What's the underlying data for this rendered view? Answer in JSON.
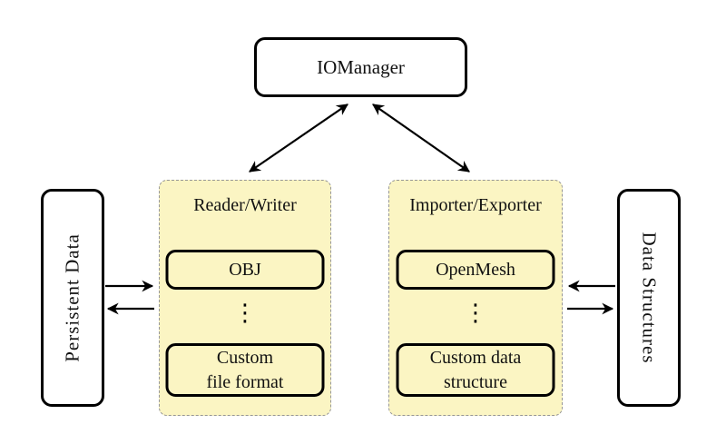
{
  "diagram": {
    "iomanager": {
      "label": "IOManager"
    },
    "persistent_data": {
      "label": "Persistent Data"
    },
    "data_structures": {
      "label": "Data Structures"
    },
    "reader_writer": {
      "title": "Reader/Writer",
      "top_item": "OBJ",
      "ellipsis": "⋮",
      "bottom_item_line1": "Custom",
      "bottom_item_line2": "file format"
    },
    "importer_exporter": {
      "title": "Importer/Exporter",
      "top_item": "OpenMesh",
      "ellipsis": "⋮",
      "bottom_item_line1": "Custom data",
      "bottom_item_line2": "structure"
    }
  },
  "colors": {
    "group_fill": "#FBF5C3",
    "group_border": "#969696",
    "node_border": "#000000",
    "node_fill": "#FFFFFF",
    "arrow": "#000000"
  }
}
